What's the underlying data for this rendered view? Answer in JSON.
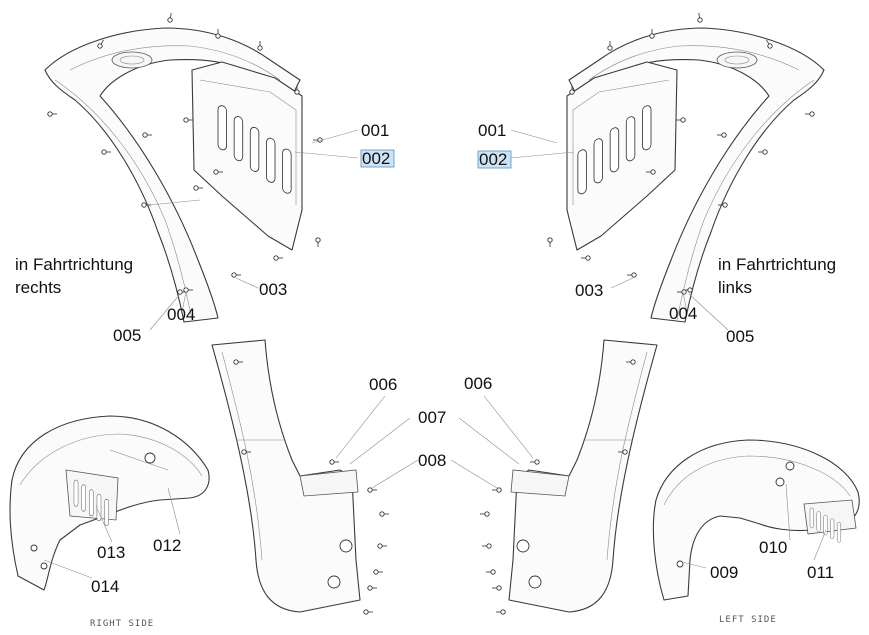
{
  "labels": {
    "p001": "001",
    "p002": "002",
    "p003": "003",
    "p004": "004",
    "p005": "005",
    "p006": "006",
    "p007": "007",
    "p008": "008",
    "p009": "009",
    "p010": "010",
    "p011": "011",
    "p012": "012",
    "p013": "013",
    "p014": "014"
  },
  "notes": {
    "right_line1": "in Fahrtrichtung",
    "right_line2": "rechts",
    "left_line1": "in Fahrtrichtung",
    "left_line2": "links"
  },
  "views": {
    "right_side": "RIGHT SIDE",
    "left_side": "LEFT SIDE"
  },
  "highlight_color": "#cde3f5"
}
